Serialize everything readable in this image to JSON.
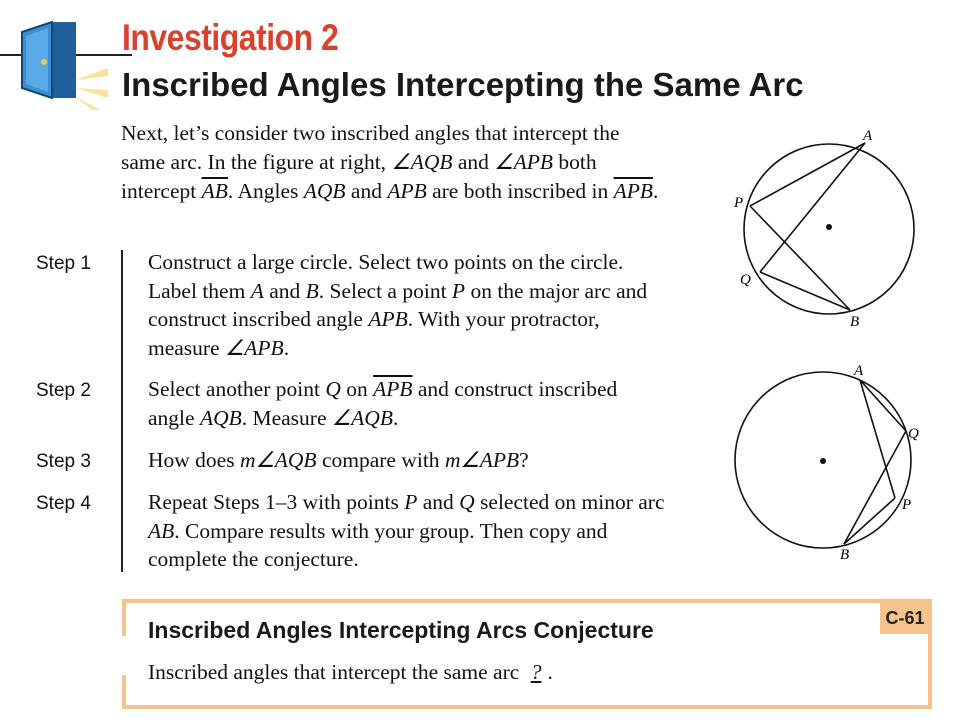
{
  "header": {
    "investigation_title": "Investigation 2",
    "subtitle": "Inscribed Angles Intercepting the Same Arc"
  },
  "intro": {
    "t1": "Next, let’s consider two inscribed angles that intercept the same arc. In the figure at right, ",
    "ang1": "∠AQB",
    "t2": " and ",
    "ang2": "∠APB",
    "t3": " both intercept ",
    "arc1": "AB",
    "t4": ". Angles ",
    "name1": "AQB",
    "t5": " and ",
    "name2": "APB",
    "t6": " are both inscribed in ",
    "arc2": "APB",
    "t7": "."
  },
  "steps": [
    {
      "label": "Step 1",
      "a": "Construct a large circle. Select two points on the circle. Label them ",
      "b": "A",
      "c": " and ",
      "d": "B",
      "e": ". Select a point ",
      "f": "P",
      "g": " on the major arc and construct inscribed angle ",
      "h": "APB",
      "i": ". With your protractor, measure ",
      "j": "∠APB",
      "k": "."
    },
    {
      "label": "Step 2",
      "a": "Select another point ",
      "b": "Q",
      "c": " on ",
      "d": "APB",
      "e": " and construct inscribed angle ",
      "f": "AQB",
      "g": ". Measure ",
      "h": "∠AQB",
      "i": "."
    },
    {
      "label": "Step 3",
      "a": "How does ",
      "b": "m∠AQB",
      "c": " compare with ",
      "d": "m∠APB",
      "e": "?"
    },
    {
      "label": "Step 4",
      "a": "Repeat Steps 1–3 with points ",
      "b": "P",
      "c": " and ",
      "d": "Q",
      "e": " selected on minor arc ",
      "f": "AB",
      "g": ". Compare results with your group. Then copy and complete the conjecture."
    }
  ],
  "figure1": {
    "label_a": "A",
    "label_b": "B",
    "label_p": "P",
    "label_q": "Q"
  },
  "figure2": {
    "label_a": "A",
    "label_b": "B",
    "label_p": "P",
    "label_q": "Q"
  },
  "conjecture": {
    "tag": "C-61",
    "title": "Inscribed Angles Intercepting Arcs Conjecture",
    "text": "Inscribed angles that intercept the same arc ",
    "blank": "?",
    "end": "."
  },
  "colors": {
    "title_red": "#d9412b",
    "box_orange": "#f7c38c",
    "door_blue": "#2a7fc4"
  },
  "icons": {
    "door": "open-door-icon"
  }
}
